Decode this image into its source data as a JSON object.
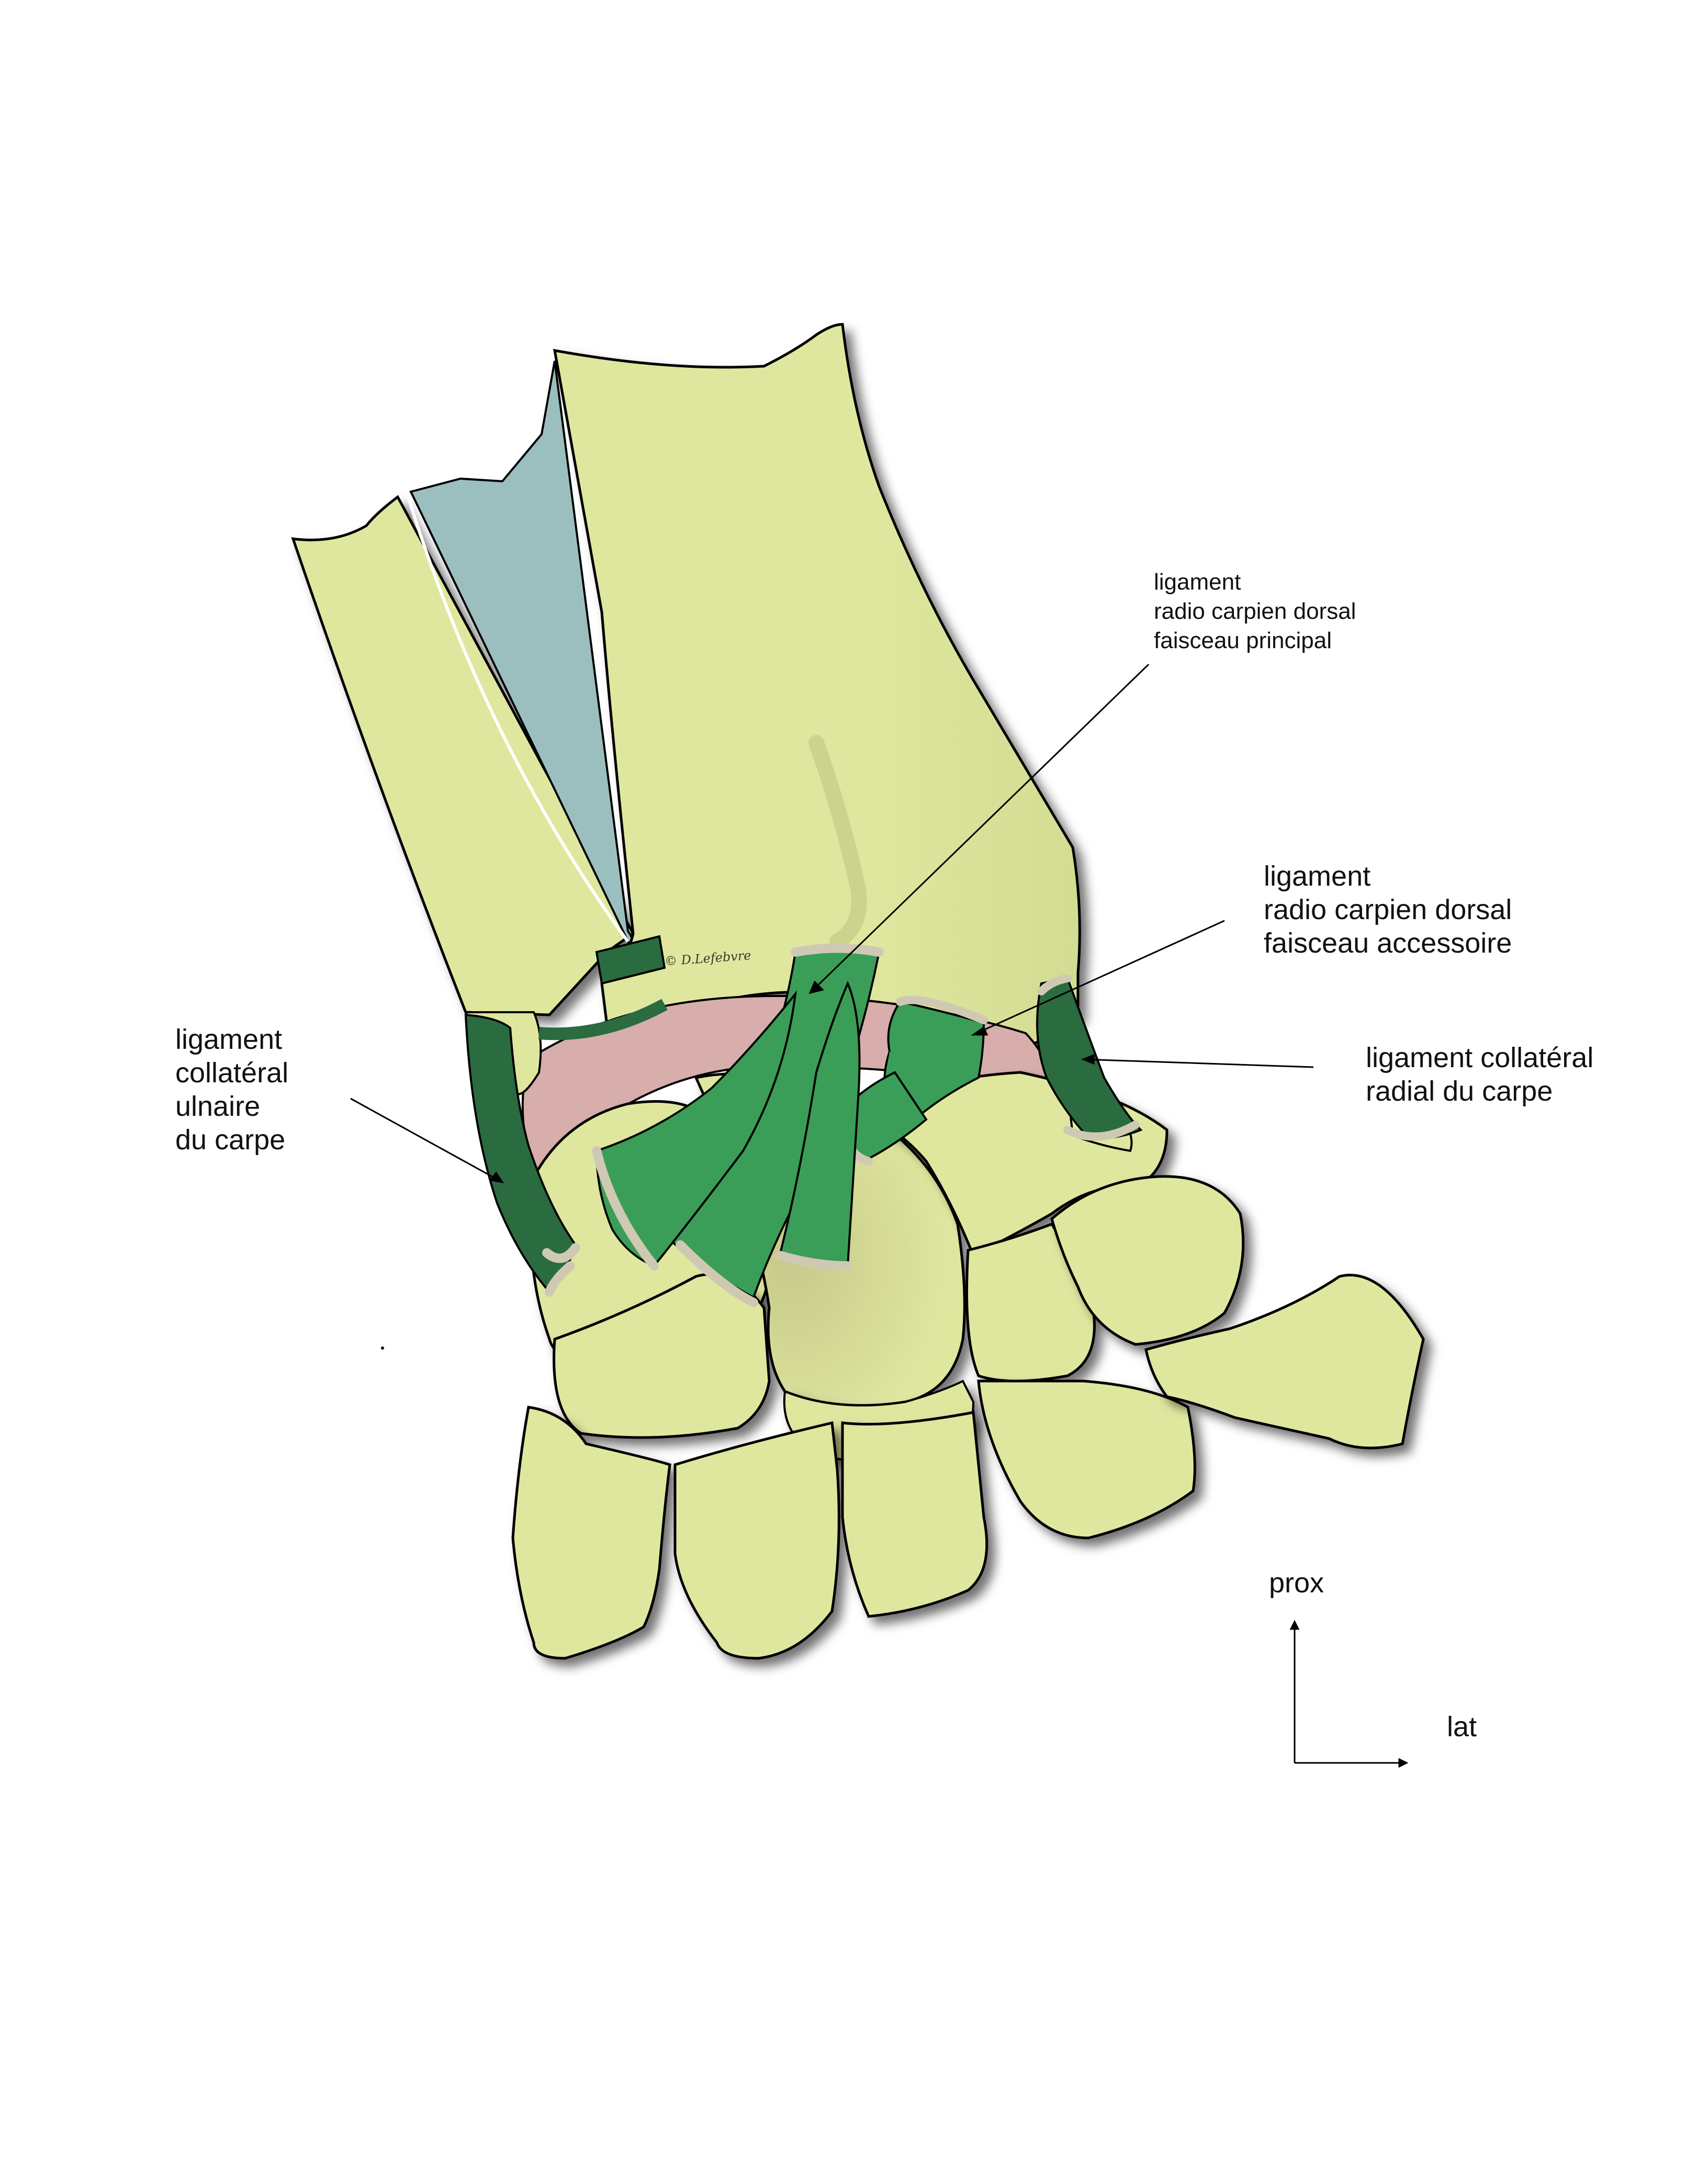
{
  "labels": {
    "principal": [
      "ligament",
      "radio carpien dorsal",
      "faisceau principal"
    ],
    "accessory": [
      "ligament",
      "radio carpien dorsal",
      "faisceau accessoire"
    ],
    "ulnar": [
      "ligament",
      "collatéral",
      "ulnaire",
      "du carpe"
    ],
    "radial": [
      "ligament collatéral",
      "radial du carpe"
    ]
  },
  "orientation": {
    "up": "prox",
    "right": "lat"
  },
  "signature": "© D.Lefebvre",
  "colors": {
    "bone": "#dfe79f",
    "bone_outline": "#000000",
    "interosseous": "#9bbfbf",
    "cartilage": "#d7aeac",
    "ligament": "#3b9e58",
    "ligament_dark": "#2b6b40",
    "frayed_edge": "#cfc9b4"
  }
}
